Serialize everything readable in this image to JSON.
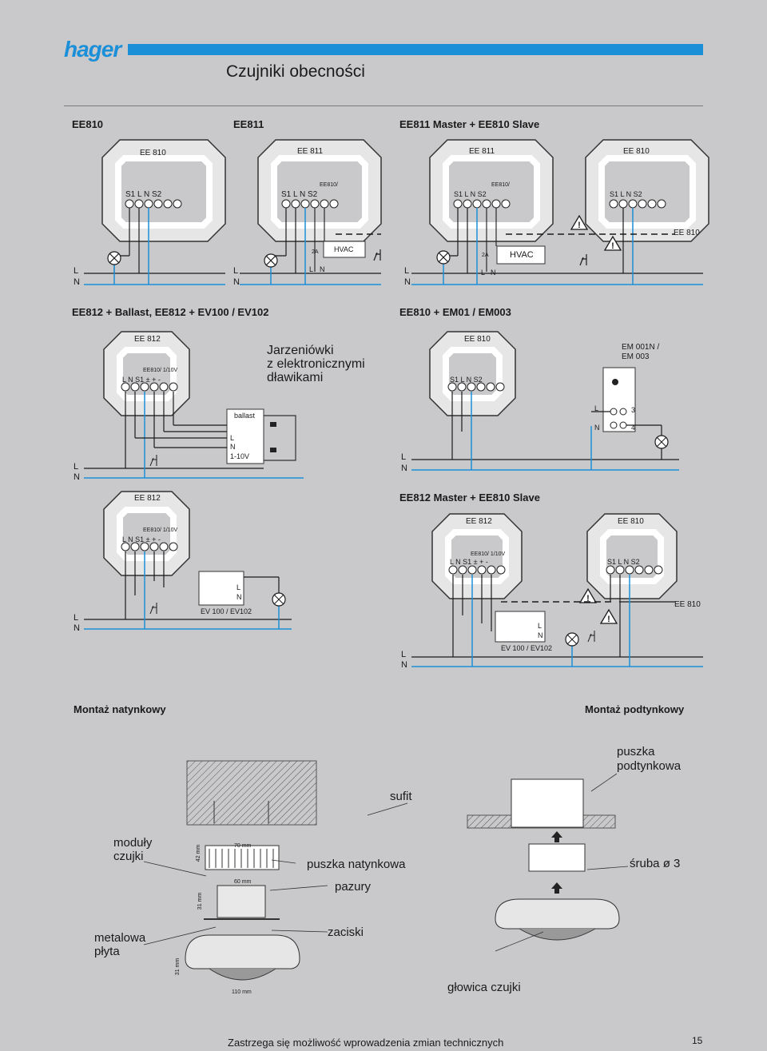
{
  "brand": "hager",
  "page_title": "Czujniki obecności",
  "sections": {
    "ee810": "EE810",
    "ee811": "EE811",
    "ee811_master": "EE811 Master + EE810 Slave",
    "ee812_ballast": "EE812 + Ballast, EE812 + EV100 / EV102",
    "ee810_em": "EE810 + EM01 / EM003",
    "ee812_master": "EE812 Master + EE810 Slave",
    "mount_surface": "Montaż natynkowy",
    "mount_flush": "Montaż podtynkowy"
  },
  "labels": {
    "ee810": "EE 810",
    "ee811": "EE 811",
    "ee812": "EE 812",
    "em": "EM 001N /",
    "em2": "EM 003",
    "hvac": "HVAC",
    "ballast": "ballast",
    "ev": "EV 100 / EV102",
    "jarz1": "Jarzeniówki",
    "jarz2": "z elektronicznymi",
    "jarz3": "dławikami",
    "terms_s1lns2": "S1  L  N S2",
    "terms_lns1": "L  N  S1  ±  +  -",
    "ee810_110": "EE810/ 1/10V",
    "ee810_slash": "EE810/",
    "L": "L",
    "N": "N",
    "a2": "2A",
    "v110": "1-10V",
    "n3": "3",
    "n4": "4"
  },
  "mount": {
    "sufit": "sufit",
    "puszka_pod1": "puszka",
    "puszka_pod2": "podtynkowa",
    "moduly1": "moduły",
    "moduly2": "czujki",
    "puszka_nat": "puszka natynkowa",
    "pazury": "pazury",
    "sruba": "śruba  ø 3",
    "metalowa1": "metalowa",
    "metalowa2": "płyta",
    "zaciski": "zaciski",
    "glowica": "głowica czujki",
    "d42": "42 mm",
    "d70": "70 mm",
    "d60": "60 mm",
    "d31a": "31 mm",
    "d31b": "31 mm",
    "d110": "110 mm"
  },
  "footer": "Zastrzega się możliwość wprowadzenia zmian technicznych",
  "page_number": "15",
  "colors": {
    "brand": "#1b8fd8",
    "wire": "#1b8fd8"
  }
}
